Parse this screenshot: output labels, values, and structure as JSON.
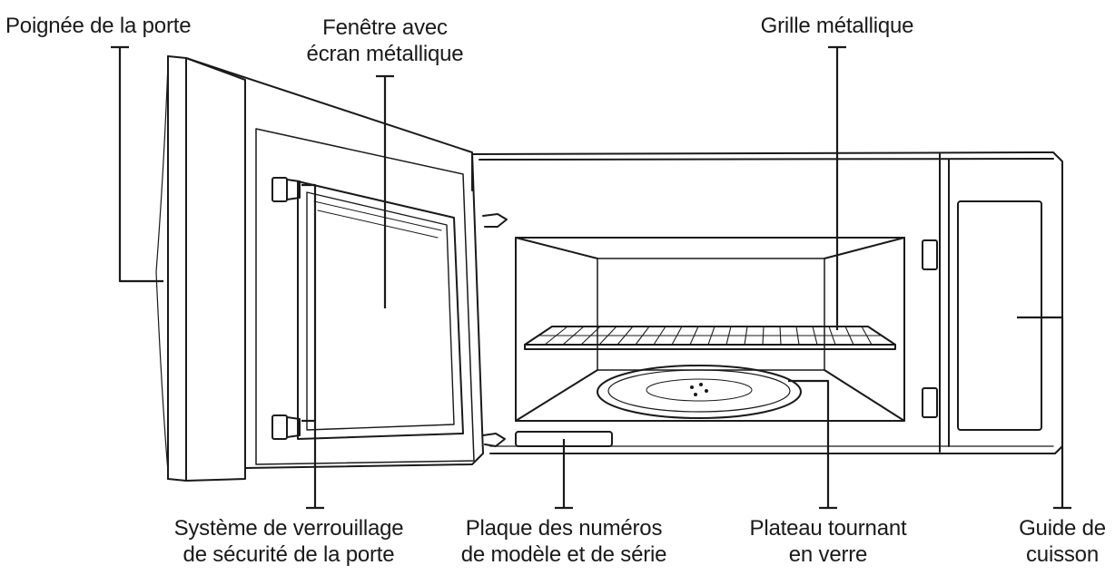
{
  "labels": {
    "door_handle": "Poignée de la porte",
    "window": {
      "line1": "Fenêtre avec",
      "line2": "écran métallique"
    },
    "metal_rack": "Grille métallique",
    "safety_lock": {
      "line1": "Système de verrouillage",
      "line2": "de sécurité de la porte"
    },
    "model_plate": {
      "line1": "Plaque des numéros",
      "line2": "de modèle et de série"
    },
    "turntable": {
      "line1": "Plateau tournant",
      "line2": "en verre"
    },
    "cooking_guide": {
      "line1": "Guide de",
      "line2": "cuisson"
    }
  }
}
